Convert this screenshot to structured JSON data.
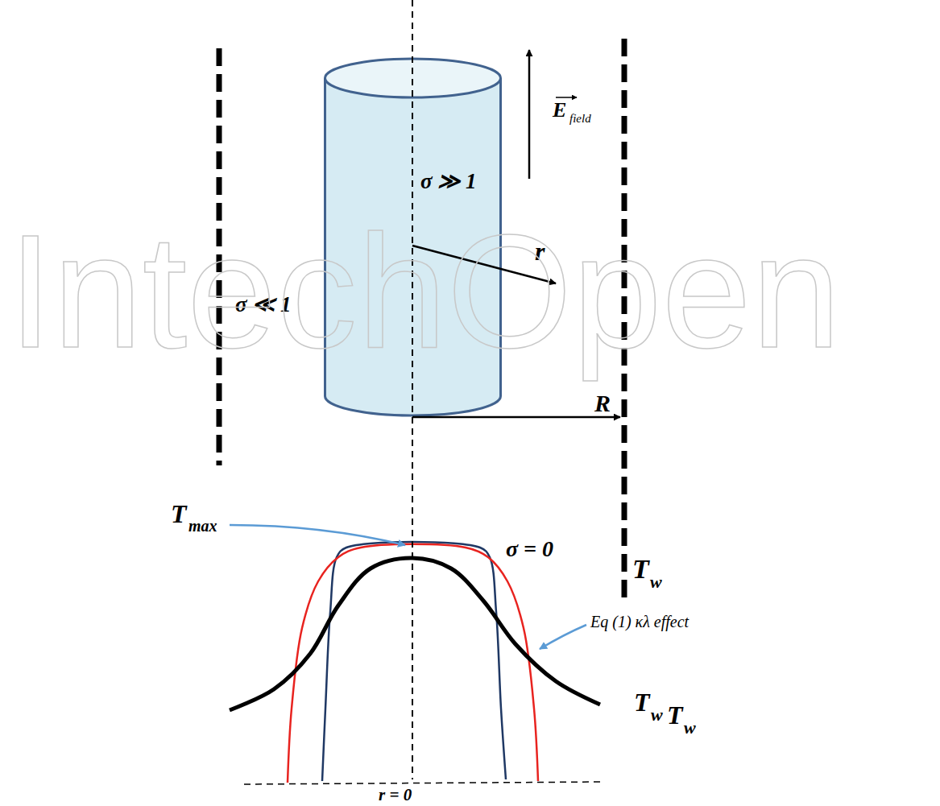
{
  "diagram": {
    "nodes": [
      {
        "text": [
          "σ ≫ 1"
        ]
      }
    ],
    "labels": [
      "E",
      "field",
      "σ ≪ 1",
      "r",
      "R",
      "T",
      "w",
      "T",
      "max",
      "σ = 0",
      "Eq (1) κλ effect",
      "T",
      "w",
      "T",
      "w",
      "r = 0",
      "IntechOpen"
    ]
  }
}
